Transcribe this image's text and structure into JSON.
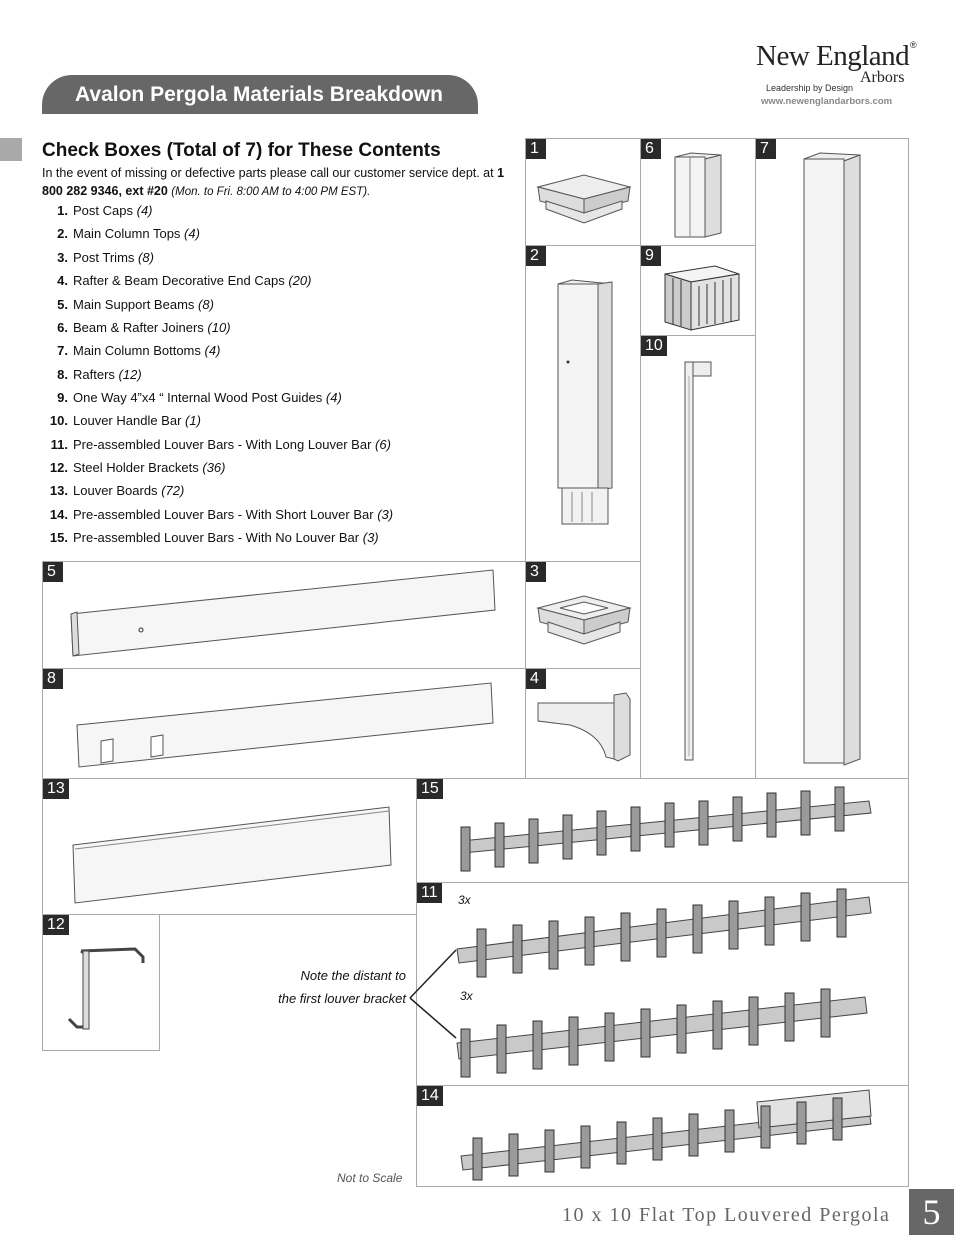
{
  "header": {
    "banner_title": "Avalon Pergola Materials Breakdown",
    "logo_name": "New England",
    "logo_registered": "®",
    "logo_sub": "Arbors",
    "logo_tagline": "Leadership by Design",
    "logo_url": "www.newenglandarbors.com"
  },
  "contents": {
    "heading": "Check Boxes (Total of 7) for These Contents",
    "intro_text": "In the event of missing or defective parts please call our customer service dept. at",
    "phone": "1 800 282 9346, ext #20",
    "hours": "(Mon. to Fri. 8:00 AM to 4:00 PM EST).",
    "items": [
      {
        "num": "1.",
        "name": "Post Caps",
        "qty": "(4)"
      },
      {
        "num": "2.",
        "name": "Main Column Tops",
        "qty": "(4)"
      },
      {
        "num": "3.",
        "name": "Post Trims",
        "qty": "(8)"
      },
      {
        "num": "4.",
        "name": "Rafter & Beam Decorative End Caps",
        "qty": "(20)"
      },
      {
        "num": "5.",
        "name": "Main Support Beams",
        "qty": "(8)"
      },
      {
        "num": "6.",
        "name": "Beam & Rafter Joiners",
        "qty": "(10)"
      },
      {
        "num": "7.",
        "name": "Main Column Bottoms",
        "qty": "(4)"
      },
      {
        "num": "8.",
        "name": "Rafters",
        "qty": "(12)"
      },
      {
        "num": "9.",
        "name": "One Way 4”x4 “ Internal Wood Post Guides",
        "qty": "(4)"
      },
      {
        "num": "10.",
        "name": "Louver Handle Bar",
        "qty": "(1)"
      },
      {
        "num": "11.",
        "name": "Pre-assembled Louver Bars - With Long Louver Bar",
        "qty": "(6)"
      },
      {
        "num": "12.",
        "name": "Steel Holder Brackets",
        "qty": "(36)"
      },
      {
        "num": "13.",
        "name": "Louver Boards",
        "qty": "(72)"
      },
      {
        "num": "14.",
        "name": "Pre-assembled Louver Bars - With Short Louver Bar",
        "qty": "(3)"
      },
      {
        "num": "15.",
        "name": "Pre-assembled Louver Bars - With No Louver Bar",
        "qty": "(3)"
      }
    ]
  },
  "figure_labels": [
    "1",
    "2",
    "3",
    "4",
    "5",
    "6",
    "7",
    "8",
    "9",
    "10",
    "11",
    "12",
    "13",
    "14",
    "15"
  ],
  "annotations": {
    "qty_top": "3x",
    "qty_bottom": "3x",
    "note_line1": "Note the distant to",
    "note_line2": "the first louver bracket",
    "scale_note": "Not to Scale"
  },
  "footer": {
    "title": "10 x 10 Flat Top Louvered Pergola",
    "page": "5"
  }
}
